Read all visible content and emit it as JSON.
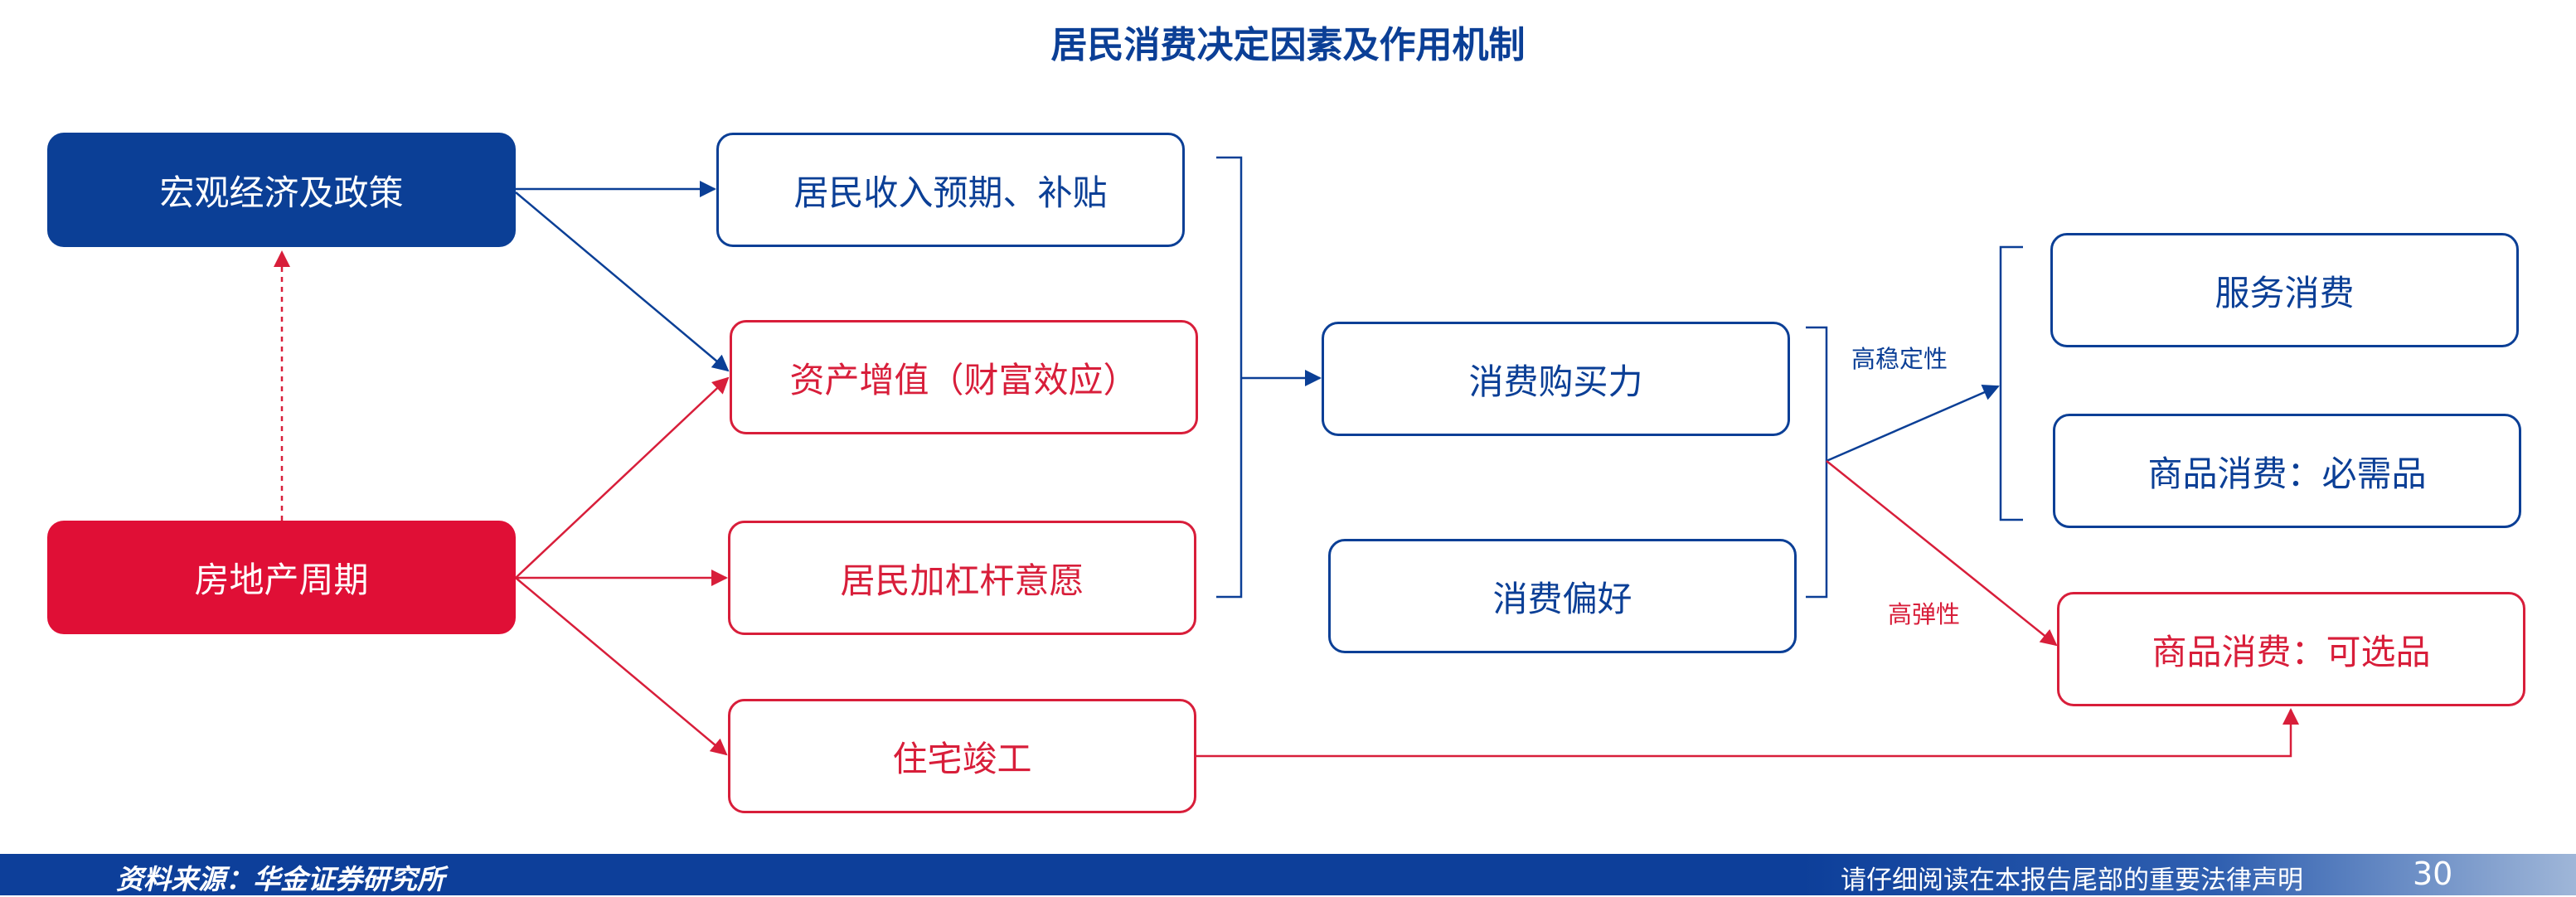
{
  "title": "居民消费决定因素及作用机制",
  "nodes": {
    "macro": "宏观经济及政策",
    "property_cycle": "房地产周期",
    "income": "居民收入预期、补贴",
    "asset": "资产增值（财富效应）",
    "leverage": "居民加杠杆意愿",
    "housing": "住宅竣工",
    "purchasing_power": "消费购买力",
    "preference": "消费偏好",
    "services": "服务消费",
    "necessities": "商品消费：必需品",
    "discretionary": "商品消费：可选品"
  },
  "edge_labels": {
    "high_stability": "高稳定性",
    "high_elasticity": "高弹性"
  },
  "colors": {
    "blue": "#0b3f96",
    "red": "#d81e3a"
  },
  "footer": {
    "source": "资料来源：华金证券研究所",
    "disclaimer": "请仔细阅读在本报告尾部的重要法律声明",
    "page_number": "30"
  }
}
